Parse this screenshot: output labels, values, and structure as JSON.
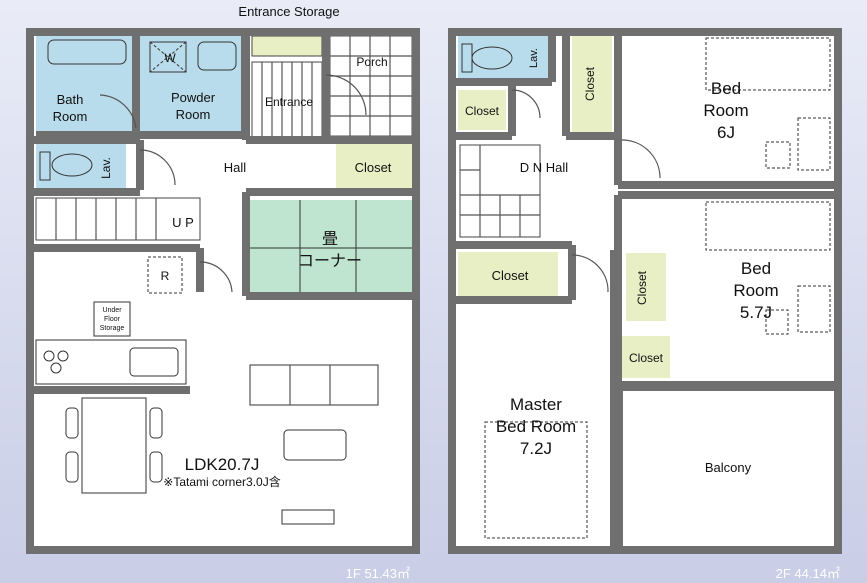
{
  "floor1": {
    "area_label": "1F 51.43㎡",
    "rooms": {
      "entrance_storage": "Entrance Storage",
      "porch": "Porch",
      "bath": [
        "Bath",
        "Room"
      ],
      "powder": [
        "Powder",
        "Room"
      ],
      "washer_mark": "W",
      "entrance": "Entrance",
      "lav": "Lav.",
      "hall": "Hall",
      "closet": "Closet",
      "stairs_up": "U P",
      "tatami": [
        "畳",
        "コーナー"
      ],
      "fridge_mark": "R",
      "underfloor": [
        "Under",
        "Floor",
        "Storage"
      ],
      "ldk": "LDK20.7J",
      "tatami_note": "※Tatami corner3.0J含"
    }
  },
  "floor2": {
    "area_label": "2F 44.14㎡",
    "rooms": {
      "lav": "Lav.",
      "closet_hall": "Closet",
      "closet_bed1": "Closet",
      "bed1": [
        "Bed",
        "Room",
        "6J"
      ],
      "dn_hall": "D N   Hall",
      "closet_master": "Closet",
      "closet_bed2_vertical": "Closet",
      "closet_bed2": "Closet",
      "bed2": [
        "Bed",
        "Room",
        "5.7J"
      ],
      "master": [
        "Master",
        "Bed Room",
        "7.2J"
      ],
      "balcony": "Balcony"
    }
  },
  "colors": {
    "background": "#eceef6",
    "wall": "#6f6f6f",
    "wet_area": "#b9dcec",
    "tatami": "#bfe4cf",
    "closet": "#e9efc5",
    "area_label": "#ffffff"
  }
}
